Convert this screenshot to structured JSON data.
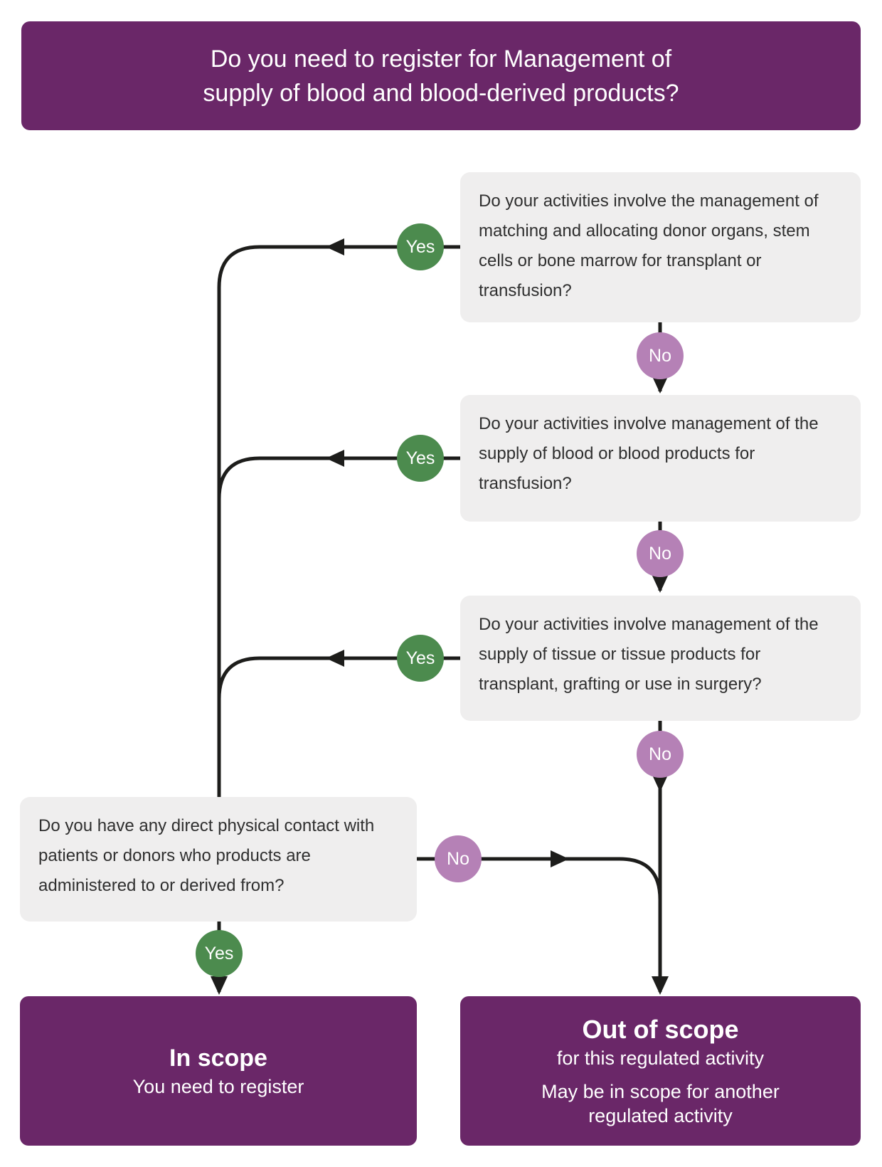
{
  "title": "Do you need to register for Management of supply of blood and blood-derived products?",
  "questions": [
    {
      "text": "Do your activities involve the management of matching and allocating donor organs, stem cells or bone marrow for transplant or transfusion?",
      "yes_label": "Yes",
      "no_label": "No"
    },
    {
      "text": "Do your activities involve management of the supply of blood or blood products for transfusion?",
      "yes_label": "Yes",
      "no_label": "No"
    },
    {
      "text": "Do your activities involve management of the supply of tissue or tissue products for transplant, grafting or use in surgery?",
      "yes_label": "Yes",
      "no_label": "No"
    },
    {
      "text": "Do you have any direct physical contact with patients or donors who products are administered to or derived from?",
      "yes_label": "Yes",
      "no_label": "No"
    }
  ],
  "outcomes": {
    "in_scope": {
      "title": "In scope",
      "subtitle": "You need to register"
    },
    "out_of_scope": {
      "title": "Out of scope",
      "subtitle1": "for this regulated activity",
      "subtitle2": "May be in scope for another regulated activity"
    }
  },
  "colors": {
    "banner_purple": "#6a2768",
    "outcome_purple": "#6a2768",
    "yes_green": "#4c8b4e",
    "no_purple": "#b581b6",
    "question_gray": "#efeeee",
    "connector_black": "#1d1d1b"
  }
}
